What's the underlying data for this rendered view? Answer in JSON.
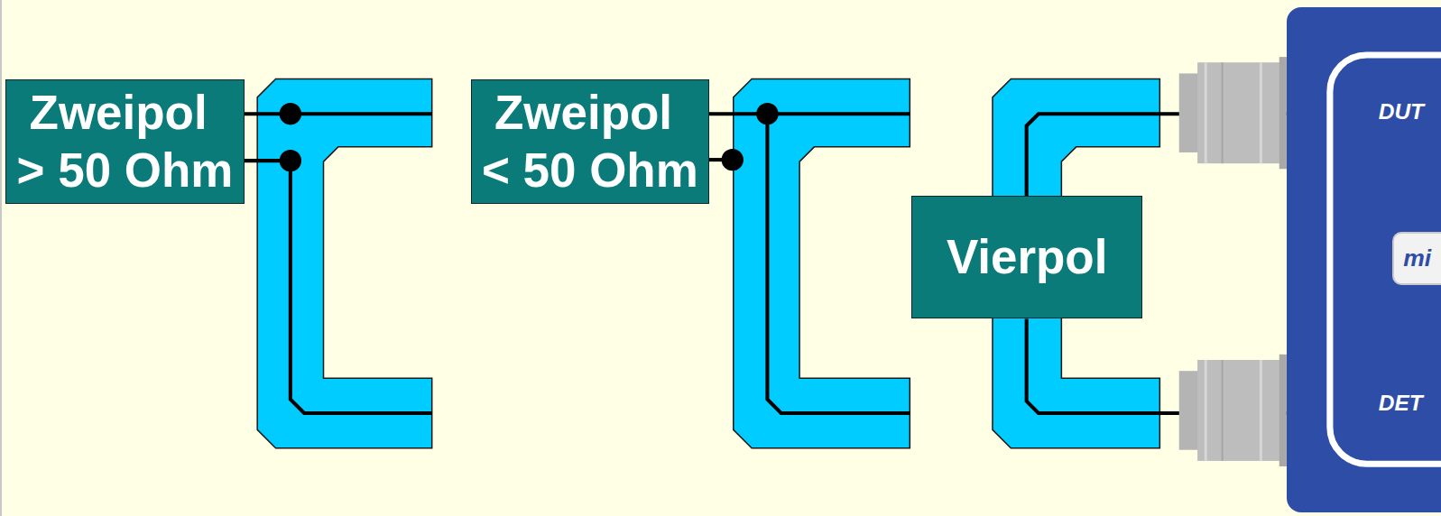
{
  "diagram": {
    "nodes": [
      {
        "text": [
          "Zweipol > 50 Ohm"
        ]
      },
      {
        "text": [
          "Zweipol < 50 Ohm"
        ]
      },
      {
        "text": [
          "Vierpol"
        ]
      },
      {
        "text": [
          "DUT",
          "mi",
          "DET"
        ]
      }
    ],
    "edges": [
      {
        "from": 2,
        "to": 3,
        "arrow": "none"
      },
      {
        "from": 2,
        "to": 3,
        "arrow": "none"
      }
    ]
  }
}
